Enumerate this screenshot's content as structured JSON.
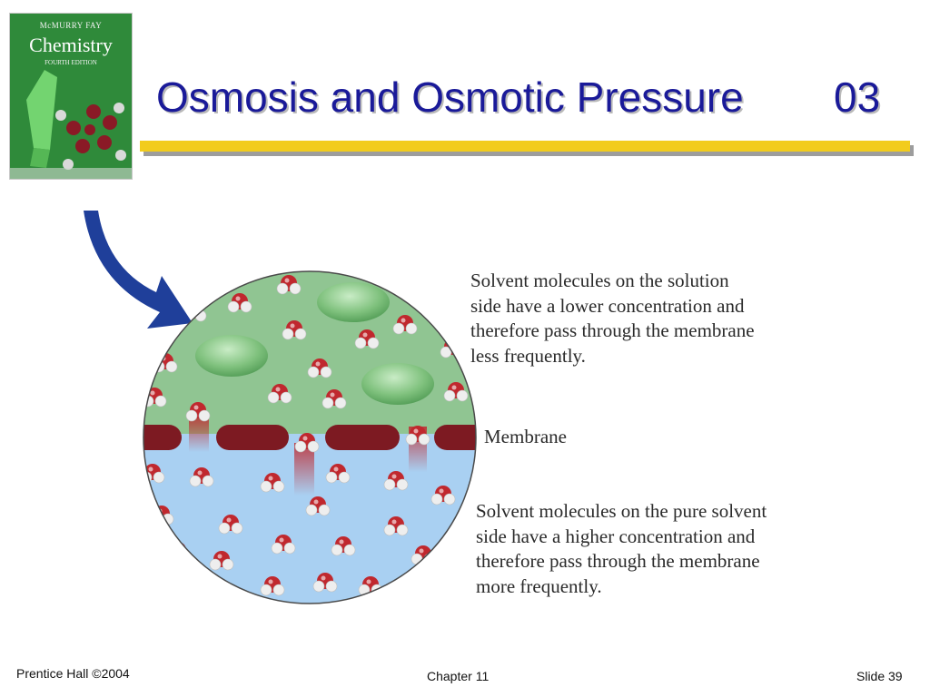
{
  "cover": {
    "authors": "McMURRY   FAY",
    "title": "Chemistry",
    "edition": "FOURTH EDITION"
  },
  "slide": {
    "title": "Osmosis and Osmotic Pressure",
    "number": "03"
  },
  "diagram": {
    "solution_caption": "Solvent molecules on the solution side have a lower concentration and therefore pass through the membrane less frequently.",
    "solution_caption_lines": [
      "Solvent molecules on the solution",
      "side have a lower concentration and",
      "therefore pass through the membrane",
      "less frequently."
    ],
    "membrane_label": "Membrane",
    "solvent_caption": "Solvent molecules on the pure solvent side have a higher concentration and therefore pass through the membrane more frequently.",
    "solvent_caption_lines": [
      "Solvent molecules on the pure solvent",
      "side have a higher concentration and",
      "therefore pass through the membrane",
      "more frequently."
    ],
    "colors": {
      "solution": "#90c592",
      "solvent": "#a9d0f2",
      "membrane": "#7d1a22",
      "arrow": "#1f3f9a",
      "oxygen": "#c0282e",
      "hydrogen": "#eeeeee",
      "solute": "#6fb46f"
    }
  },
  "footer": {
    "publisher": "Prentice Hall ©2004",
    "chapter": "Chapter 11",
    "slide": "Slide 39"
  }
}
